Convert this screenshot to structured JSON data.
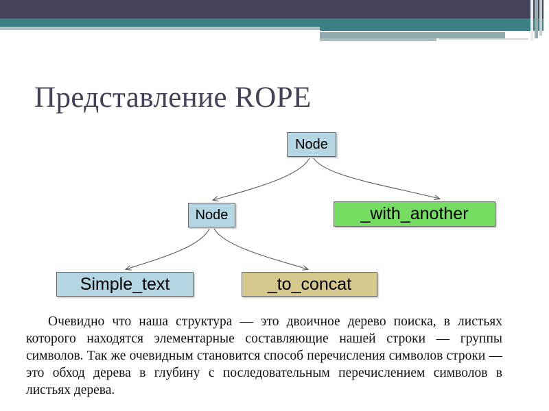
{
  "slide": {
    "title": "Представление ROPE",
    "header": {
      "dark_band_color": "#434359",
      "teal_band_color": "#3c8085",
      "steel_band_color": "#8fabae",
      "light_band_color": "#b9c3c6"
    },
    "body_text": "Очевидно что наша структура — это двоичное дерево поиска, в листьях которого находятся элементарные составляющие нашей строки — группы символов. Так же очевидным становится способ перечисления символов строки — это обход дерева в глубину с последовательным перечислением символов в листьях дерева."
  },
  "diagram": {
    "type": "tree",
    "nodes": [
      {
        "id": "root",
        "label": "Node",
        "kind": "internal",
        "color": "#b4d5e2",
        "level": 0
      },
      {
        "id": "inner",
        "label": "Node",
        "kind": "internal",
        "color": "#b4d5e2",
        "level": 1
      },
      {
        "id": "with_another",
        "label": "_with_another",
        "kind": "leaf",
        "color": "#74dd62",
        "level": 1
      },
      {
        "id": "simple_text",
        "label": "Simple_text",
        "kind": "leaf",
        "color": "#b4d5e2",
        "level": 2
      },
      {
        "id": "to_concat",
        "label": "_to_concat",
        "kind": "leaf",
        "color": "#d4c88c",
        "level": 2
      }
    ],
    "edges": [
      {
        "from": "root",
        "to": "inner"
      },
      {
        "from": "root",
        "to": "with_another"
      },
      {
        "from": "inner",
        "to": "simple_text"
      },
      {
        "from": "inner",
        "to": "to_concat"
      }
    ],
    "edge_color": "#595959"
  }
}
